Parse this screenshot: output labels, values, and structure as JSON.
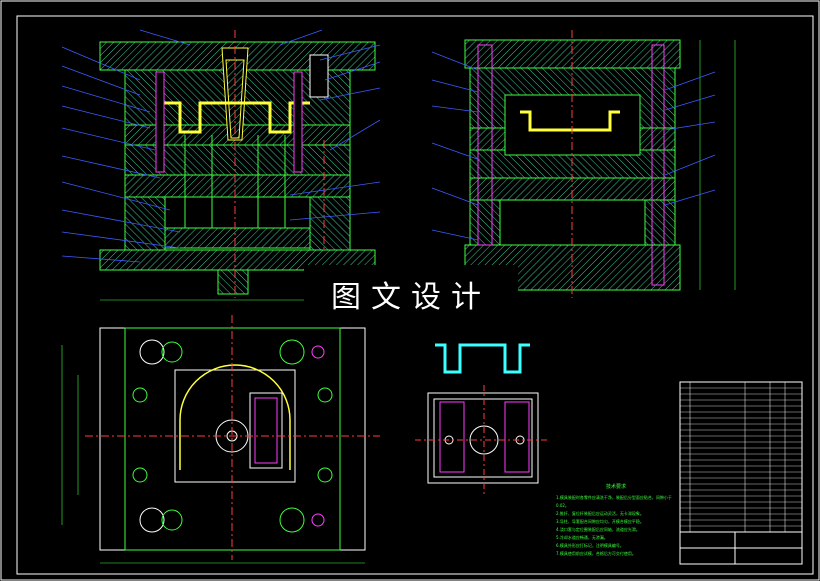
{
  "watermark": {
    "text": "图文设计"
  },
  "notes": {
    "title": "技术要求",
    "items": [
      "1.模具装配时各零件应清洗干净，装配后分型面应贴合，间隙小于0.02。",
      "2.推杆、复位杆装配后应运动灵活，无卡滞现象。",
      "3.导柱、导套配合间隙应均匀，开模合模应平稳。",
      "4.浇口套与定位圈装配后应同轴，流道应光滑。",
      "5.冷却水道应畅通，无渗漏。",
      "6.模具外形应打标记，注明模具编号。",
      "7.模具使用前应试模，合格后方可交付使用。"
    ]
  },
  "colors": {
    "frame": "#ffffff",
    "outline": "#3cff3c",
    "hatch": "#3cc896",
    "leader": "#3c5aff",
    "part": "#ffff3c",
    "centerline": "#ff3c3c",
    "cyan": "#3cffff",
    "magenta": "#ff3cff"
  }
}
